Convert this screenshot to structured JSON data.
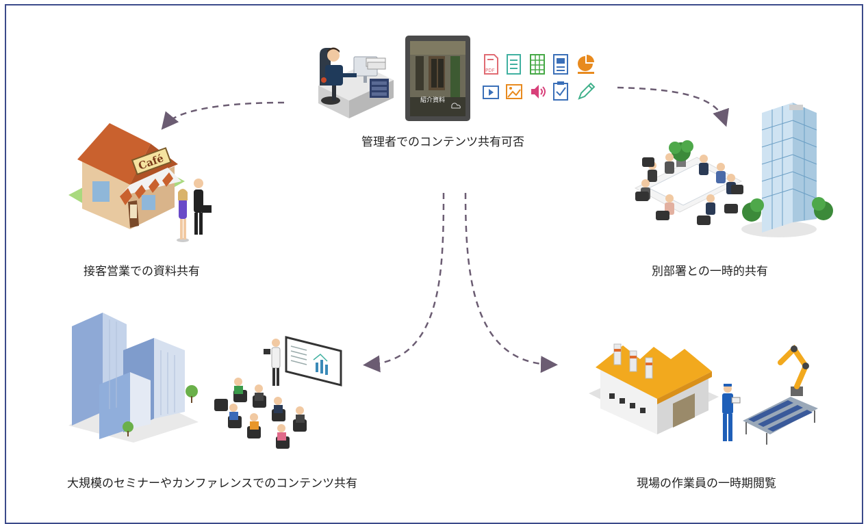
{
  "center": {
    "label": "管理者でのコンテンツ共有可否",
    "tablet_caption": "紹介資料"
  },
  "nodes": [
    {
      "label": "接客営業での資料共有"
    },
    {
      "label": "別部署との一時的共有"
    },
    {
      "label": "大規模のセミナーやカンファレンスでのコンテンツ共有"
    },
    {
      "label": "現場の作業員の一時期閲覧"
    }
  ],
  "cafe_sign": "Café",
  "file_icons": [
    "pdf-icon",
    "document-icon",
    "spreadsheet-icon",
    "presentation-icon",
    "pie-chart-icon",
    "video-icon",
    "image-icon",
    "audio-icon",
    "checklist-icon",
    "edit-icon"
  ],
  "file_icon_tag": "PDF",
  "colors": {
    "frame": "#3b4a8a",
    "arrow": "#6b5c72"
  }
}
